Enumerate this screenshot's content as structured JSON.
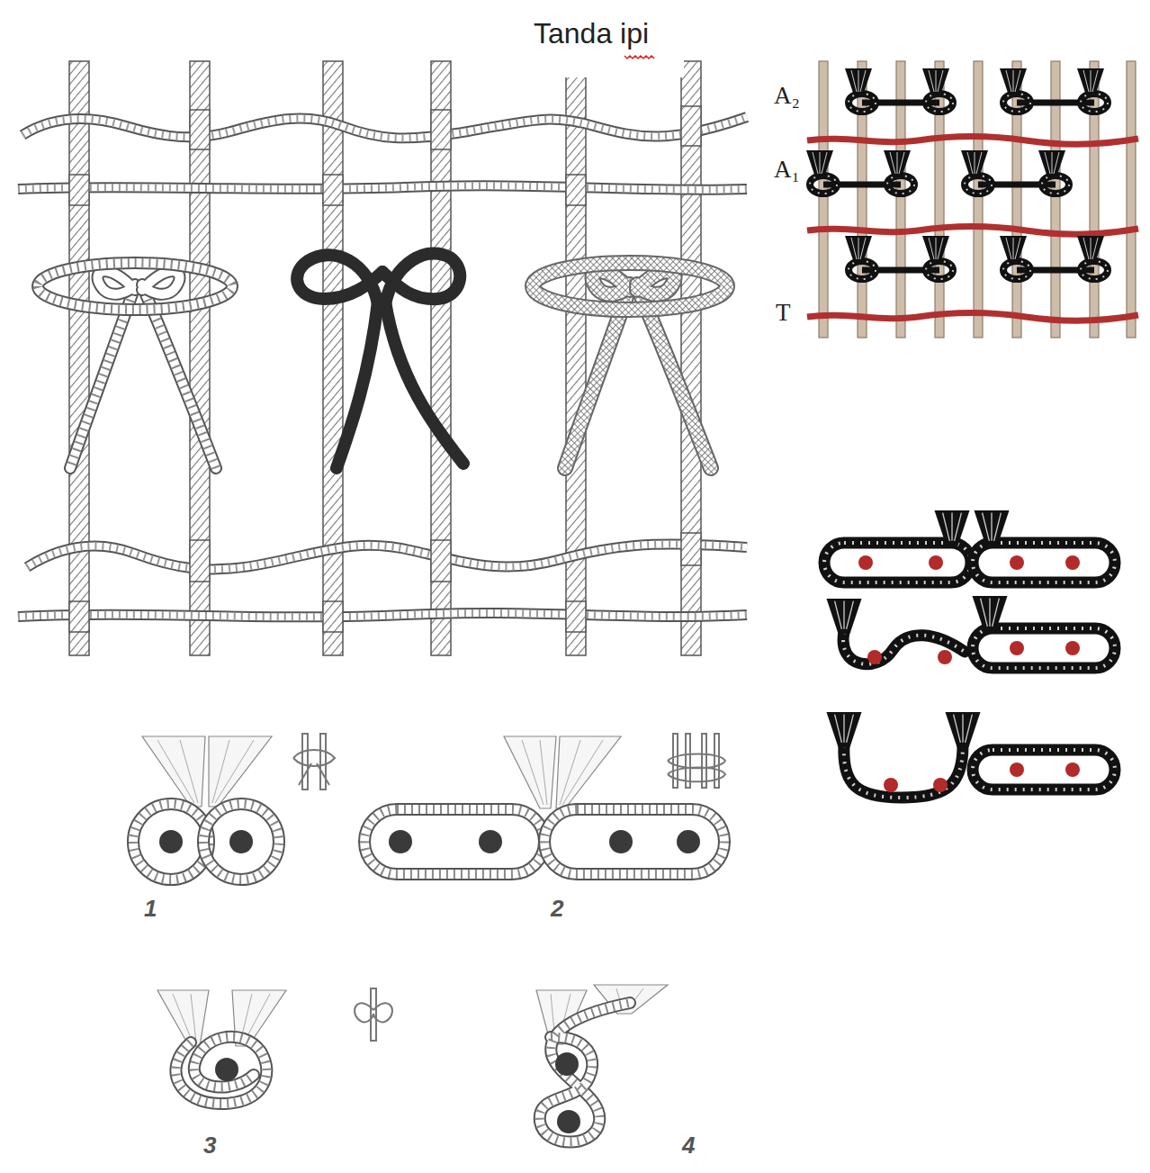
{
  "diagram": {
    "title": "Tanda ipi",
    "labels": [
      "A₂",
      "A₁",
      "T",
      "1",
      "2",
      "3",
      "4"
    ]
  }
}
